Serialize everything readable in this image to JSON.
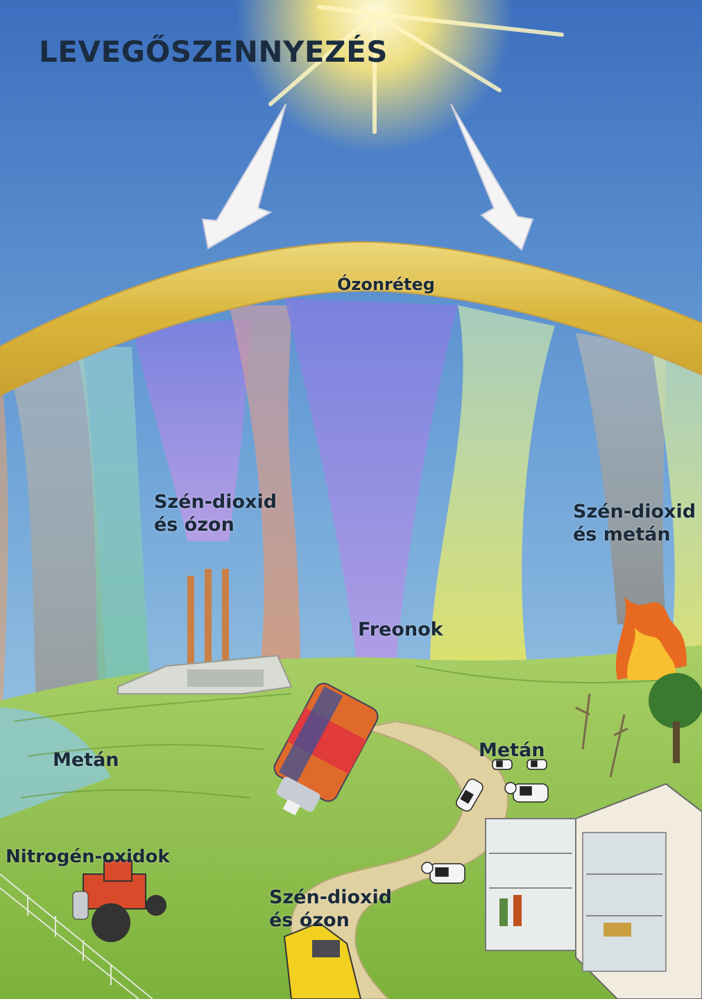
{
  "title": "LEVEGŐSZENNYEZÉS",
  "labels": {
    "ozone_layer": "Ózonréteg",
    "co2_ozone_factory_1": "Szén-dioxid",
    "co2_ozone_factory_2": "és ózon",
    "co2_methane_fire_1": "Szén-dioxid",
    "co2_methane_fire_2": "és metán",
    "freons": "Freonok",
    "methane_wetland": "Metán",
    "methane_cattle": "Metán",
    "nitrogen_oxides": "Nitrogén-oxidok",
    "co2_ozone_car_1": "Szén-dioxid",
    "co2_ozone_car_2": "és ózon"
  },
  "colors": {
    "sky_top": "#3f74c4",
    "sky_bottom": "#a9d2e6",
    "ozone_band": "#e2c250",
    "ground": "#8cbf47",
    "plume_purple": "#9a7fe0",
    "plume_orange": "#ec9550",
    "plume_yellow": "#e8e660",
    "plume_green": "#8fd6b0",
    "plume_grey": "#b8b2a4"
  },
  "icons": [
    "sun-icon",
    "factory-icon",
    "aerosol-can-icon",
    "tractor-icon",
    "car-icon",
    "refrigerator-icon",
    "cow-icon",
    "fire-icon",
    "tree-icon"
  ]
}
